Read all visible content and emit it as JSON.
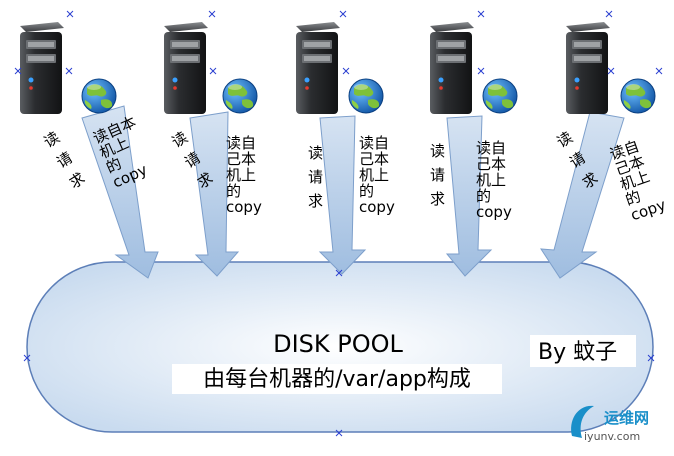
{
  "diagram": {
    "servers": [
      {
        "read_label": "读请求",
        "local_label_lines": [
          "读自本",
          "机上",
          "的",
          "copy"
        ]
      },
      {
        "read_label": "读请求",
        "local_label_lines": [
          "读自",
          "己本",
          "机上",
          "的",
          "copy"
        ]
      },
      {
        "read_label": "读请求",
        "local_label_lines": [
          "读自",
          "己本",
          "机上",
          "的",
          "copy"
        ]
      },
      {
        "read_label": "读请求",
        "local_label_lines": [
          "读自",
          "己本",
          "机上",
          "的",
          "copy"
        ]
      },
      {
        "read_label": "读请求",
        "local_label_lines": [
          "读自",
          "己本",
          "机上",
          "的",
          "copy"
        ]
      }
    ],
    "pool_title": "DISK POOL",
    "pool_subtitle": "由每台机器的/var/app构成",
    "author": "By  蚊子"
  },
  "watermark": {
    "site_cn": "运维网",
    "site_url": "iyunv.com"
  },
  "colors": {
    "arrow_fill": "#b8cde6",
    "arrow_stroke": "#7d9fcb",
    "pool_fill": "#dce8f5",
    "pool_stroke": "#5d7fb8",
    "server_body": "#2b2d30",
    "globe_ocean": "#1f7fd6",
    "globe_land": "#7ec13a"
  }
}
